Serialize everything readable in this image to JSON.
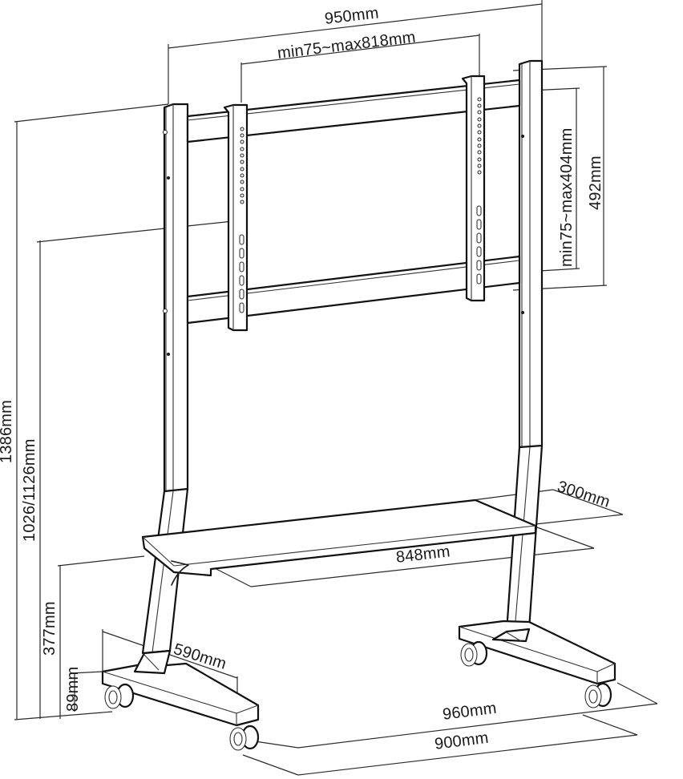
{
  "figure": {
    "subject": "Mobile TV stand with shelf and caster wheels",
    "colors": {
      "line": "#1a1a1a",
      "background": "#ffffff"
    }
  },
  "dimensions": {
    "overall_width": "950mm",
    "vesa_horizontal": "min75~max818mm",
    "vesa_vertical": "min75~max404mm",
    "bracket_height": "492mm",
    "overall_height": "1386mm",
    "mount_center_height": "1026/1126mm",
    "shelf_height": "377mm",
    "base_height": "89mm",
    "shelf_depth": "300mm",
    "shelf_width": "848mm",
    "base_depth": "590mm",
    "base_width_outer": "960mm",
    "base_width_inner": "900mm"
  }
}
